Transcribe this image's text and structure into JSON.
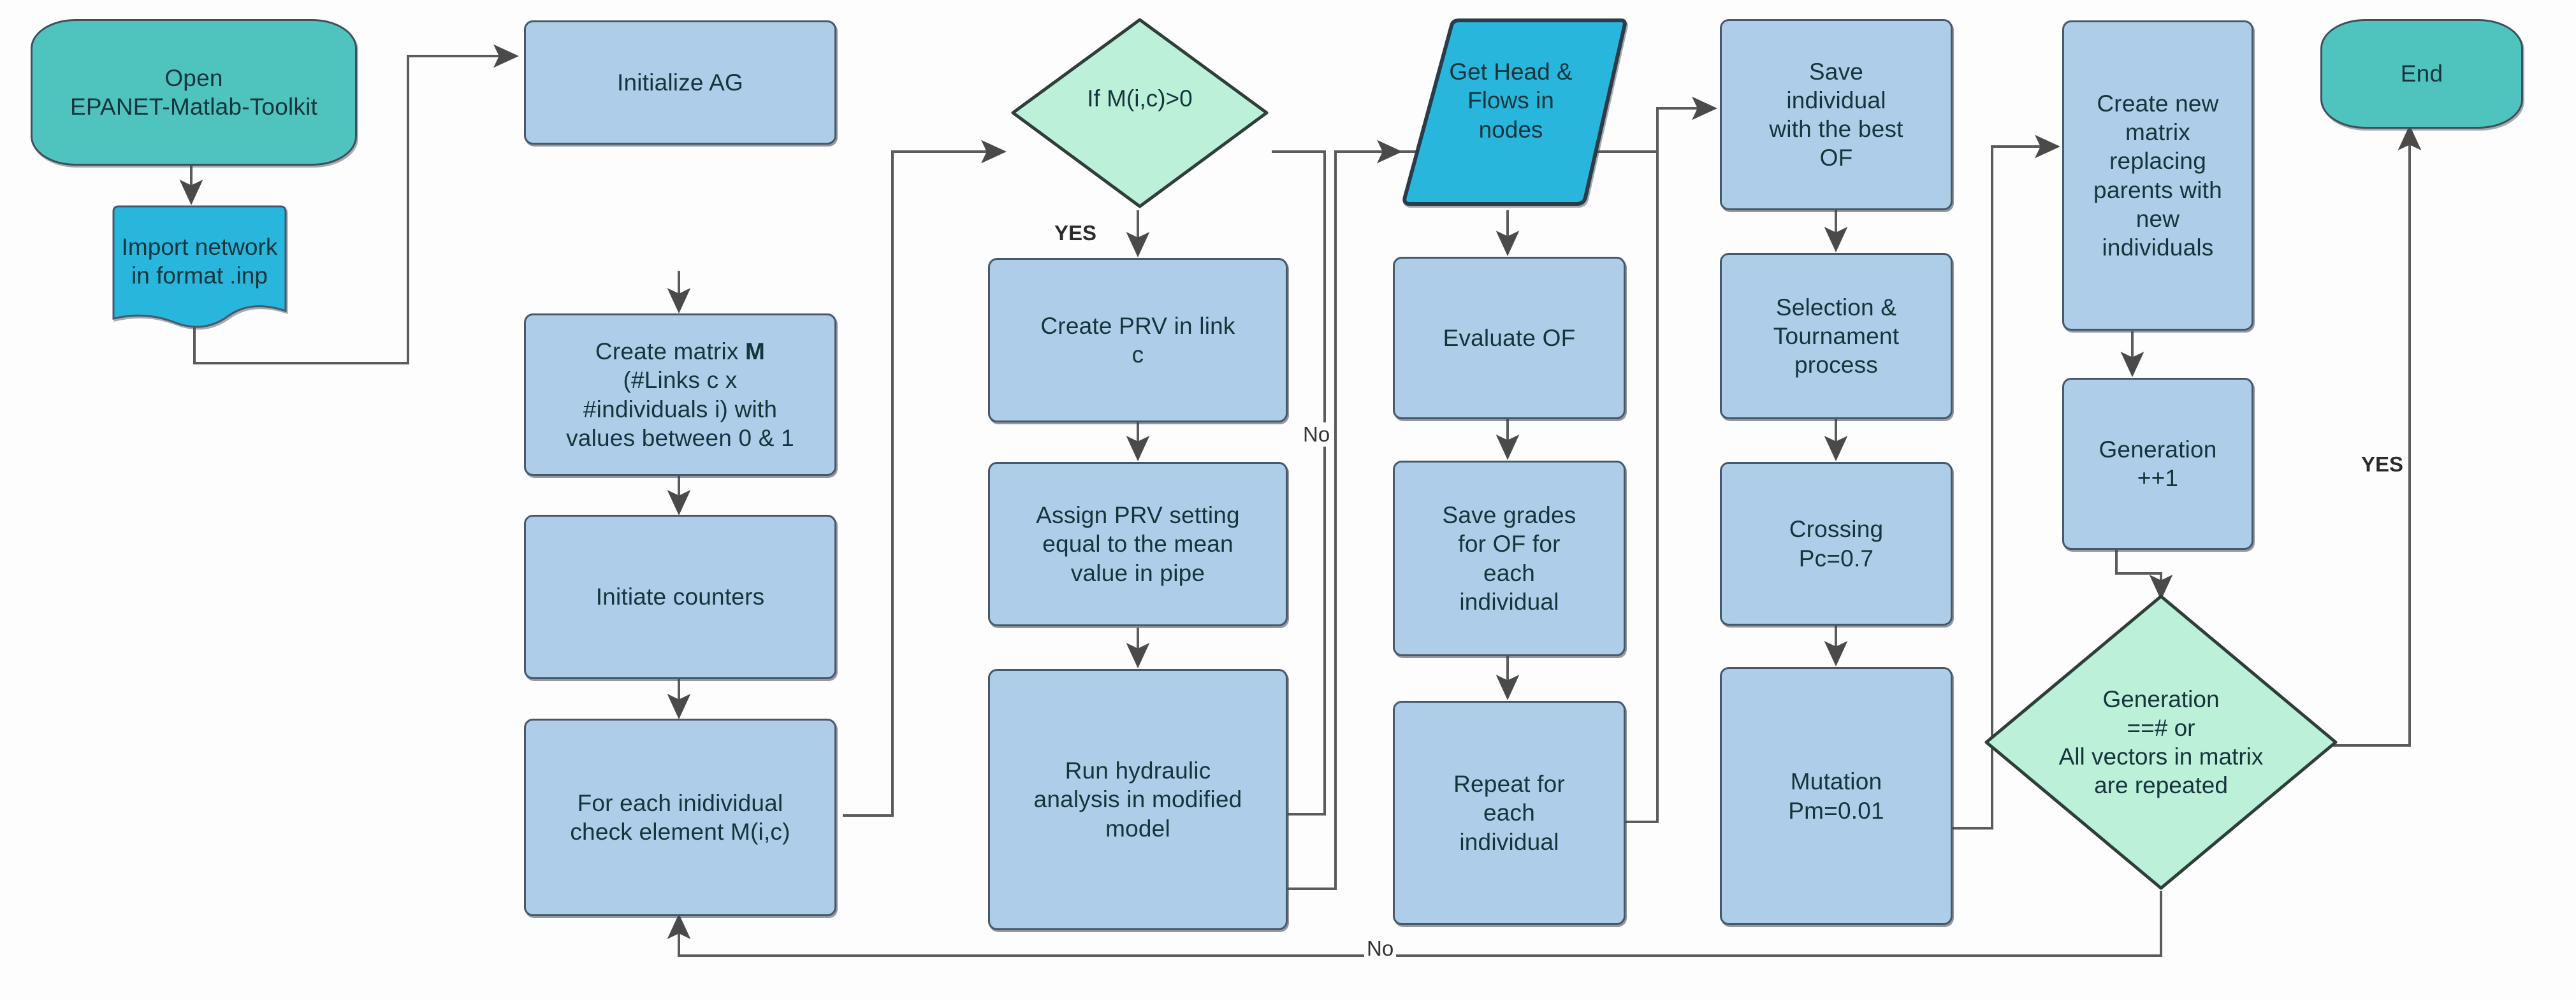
{
  "diagram": {
    "title": "EPANET-Matlab-Toolkit genetic algorithm PRV placement flowchart",
    "colors": {
      "terminator_fill": "#4fc4be",
      "process_fill": "#aecde8",
      "decision_fill": "#bdf0d8",
      "io_fill": "#29b6dd",
      "stroke": "#46586b",
      "text": "#16343b",
      "background": "#fdfdfd"
    },
    "nodes": {
      "start": {
        "label": "Open\nEPANET-Matlab-Toolkit",
        "shape": "terminator"
      },
      "import": {
        "label": "Import network\nin format .inp",
        "shape": "document"
      },
      "init_ag": {
        "label": "Initialize AG",
        "shape": "process"
      },
      "create_matrix": {
        "label": "Create matrix M\n(#Links c x\n#individuals i) with\nvalues between 0 & 1",
        "shape": "process",
        "bold_token": "M"
      },
      "init_counters": {
        "label": "Initiate counters",
        "shape": "process"
      },
      "for_each_individual": {
        "label": "For each inidividual\ncheck element M(i,c)",
        "shape": "process"
      },
      "decision_m": {
        "label": "If M(i,c)>0",
        "shape": "decision"
      },
      "create_prv": {
        "label": "Create  PRV in link\nc",
        "shape": "process"
      },
      "assign_prv": {
        "label": "Assign PRV setting\nequal to the mean\nvalue in pipe",
        "shape": "process"
      },
      "run_hydraulic": {
        "label": "Run hydraulic\nanalysis in modified\nmodel",
        "shape": "process"
      },
      "get_head_flows": {
        "label": "Get Head &\nFlows in\nnodes",
        "shape": "io"
      },
      "evaluate_of": {
        "label": "Evaluate OF",
        "shape": "process"
      },
      "save_grades": {
        "label": "Save grades\nfor  OF for\neach\nindividual",
        "shape": "process"
      },
      "repeat_each": {
        "label": "Repeat for\neach\nindividual",
        "shape": "process"
      },
      "save_best": {
        "label": "Save\nindividual\nwith the best\nOF",
        "shape": "process"
      },
      "selection": {
        "label": "Selection &\nTournament\nprocess",
        "shape": "process"
      },
      "crossing": {
        "label": "Crossing\nPc=0.7",
        "shape": "process"
      },
      "mutation": {
        "label": "Mutation\nPm=0.01",
        "shape": "process"
      },
      "create_new_matrix": {
        "label": "Create new\nmatrix\nreplacing\nparents with\nnew\nindividuals",
        "shape": "process"
      },
      "generation": {
        "label": "Generation\n++1",
        "shape": "process"
      },
      "decision_gen": {
        "label": "Generation\n==# or\nAll vectors in matrix\nare repeated",
        "shape": "decision"
      },
      "end": {
        "label": "End",
        "shape": "terminator"
      }
    },
    "edge_labels": {
      "yes_m": "YES",
      "no_m": "No",
      "yes_end": "YES",
      "no_loop": "No"
    }
  }
}
